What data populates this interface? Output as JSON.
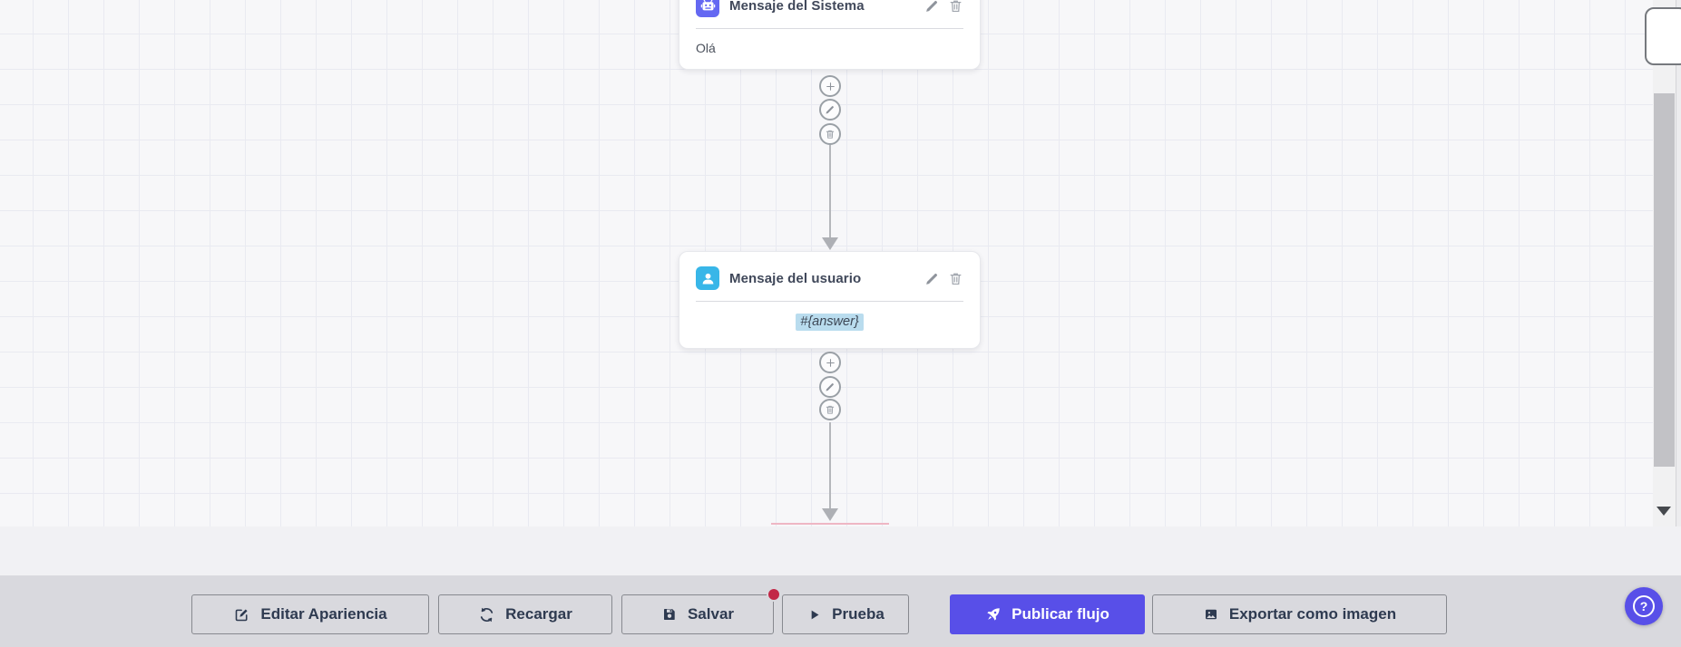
{
  "flow": {
    "nodes": [
      {
        "title": "Mensaje del Sistema",
        "content": "Olá",
        "icon": "robot-icon",
        "icon_color": "#6468f2"
      },
      {
        "title": "Mensaje del usuario",
        "content": "#{answer}",
        "icon": "user-icon",
        "icon_color": "#38b6e8"
      }
    ],
    "connector_actions": [
      "plus-icon",
      "pencil-icon",
      "trash-icon"
    ],
    "node_actions": [
      "pencil-icon",
      "trash-icon"
    ]
  },
  "toolbar": {
    "edit_appearance": "Editar Apariencia",
    "reload": "Recargar",
    "save": "Salvar",
    "test": "Prueba",
    "publish": "Publicar flujo",
    "export_image": "Exportar como imagen",
    "save_has_badge": true
  },
  "help": {
    "question_mark": "?"
  },
  "colors": {
    "primary": "#584fe8",
    "system_node_icon": "#6468f2",
    "user_node_icon": "#38b6e8",
    "answer_highlight": "#b9dcee",
    "save_badge": "#c22746",
    "canvas_bg": "#f7f7f9",
    "grid_line": "#e9eaf1",
    "toolbar_bg": "#d9d9de",
    "next_node_edge": "#efb7c4"
  }
}
